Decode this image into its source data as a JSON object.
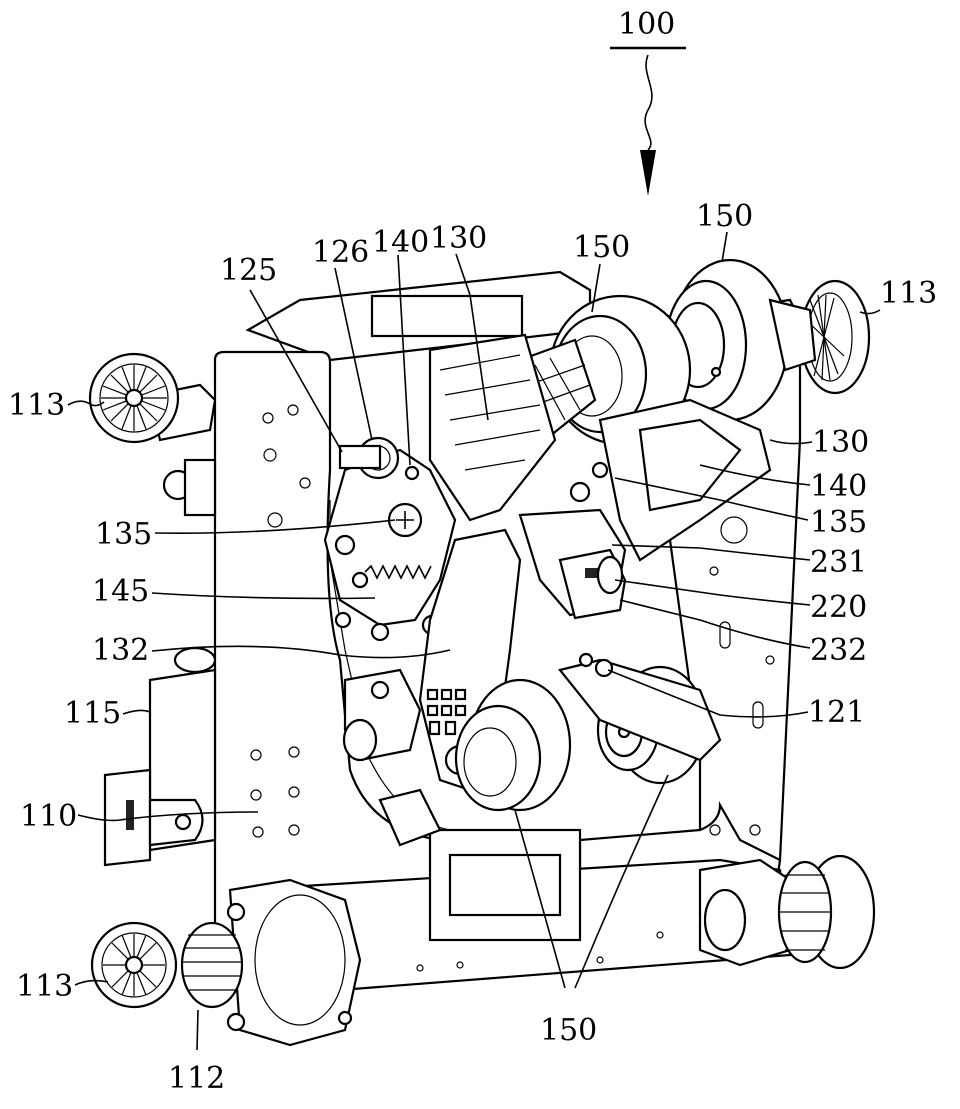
{
  "figure": {
    "main_label": "100",
    "labels": {
      "l150_top_a": "150",
      "l150_top_b": "150",
      "l113_tr": "113",
      "l113_tl": "113",
      "l125": "125",
      "l126": "126",
      "l140_top": "140",
      "l130_top": "130",
      "l130_right": "130",
      "l140_right": "140",
      "l135_right": "135",
      "l135_left": "135",
      "l231": "231",
      "l145": "145",
      "l220": "220",
      "l132": "132",
      "l232": "232",
      "l121": "121",
      "l115": "115",
      "l110": "110",
      "l113_bl": "113",
      "l112": "112",
      "l150_bottom": "150"
    }
  }
}
